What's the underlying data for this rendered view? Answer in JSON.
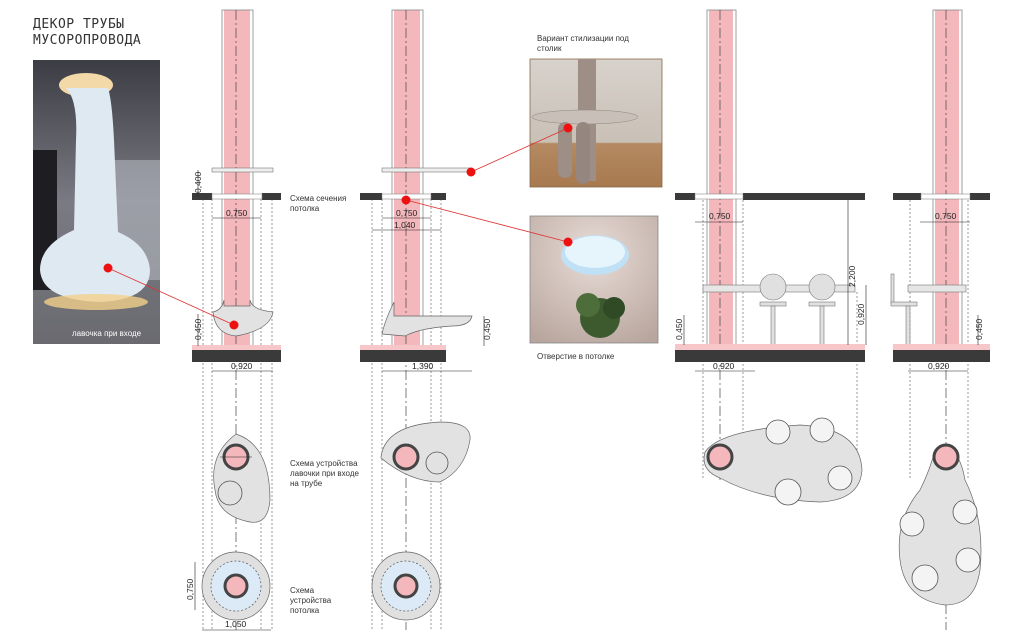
{
  "title": {
    "line1": "ДЕКОР ТРУБЫ",
    "line2": "МУСОРОПРОВОДА"
  },
  "photos": {
    "bench_caption": "лавочка при входе",
    "table_caption_line1": "Вариант стилизации под",
    "table_caption_line2": "столик",
    "ceiling_caption": "Отверстие в потолке"
  },
  "notes": {
    "ceiling_section_line1": "Схема сечения",
    "ceiling_section_line2": "потолка",
    "bench_plan_line1": "Схема устройства",
    "bench_plan_line2": "лавочки при входе",
    "bench_plan_line3": "на трубе",
    "ceiling_plan_line1": "Схема",
    "ceiling_plan_line2": "устройства",
    "ceiling_plan_line3": "потолка"
  },
  "dimensions": {
    "col1": {
      "top_gap": "0,400",
      "opening": "0,750",
      "bench_height": "0,450",
      "bench_width": "0,920",
      "plan_inner": "0,750",
      "plan_outer": "1,050"
    },
    "col2": {
      "opening": "0,750",
      "plate": "1,040",
      "bench_height": "0,450",
      "bench_width": "1,390"
    },
    "col3": {
      "opening": "0,750",
      "ceiling_height": "2,200",
      "table_height": "0,920",
      "bench_height": "0,450",
      "bench_width": "0,920"
    },
    "col4": {
      "opening": "0,750",
      "bench_height": "0,450",
      "bench_width": "0,920"
    }
  },
  "colors": {
    "pipe": "#f4b8bc",
    "marker": "#ee1111",
    "slab": "#3a3a3a"
  }
}
